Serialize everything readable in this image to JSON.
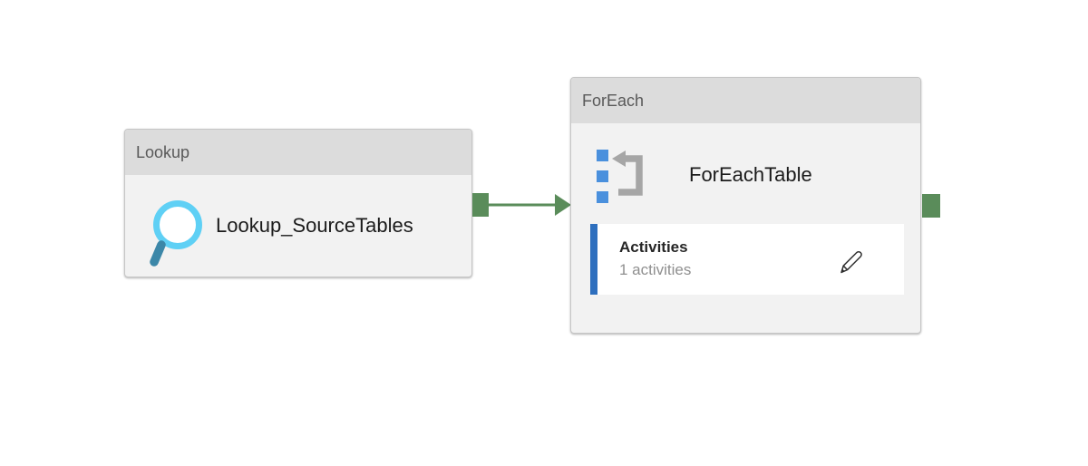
{
  "canvas": {
    "background": "#ffffff"
  },
  "nodes": {
    "lookup": {
      "type_label": "Lookup",
      "name": "Lookup_SourceTables",
      "icon": "search-icon"
    },
    "foreach": {
      "type_label": "ForEach",
      "name": "ForEachTable",
      "icon": "foreach-loop-icon",
      "activities": {
        "label": "Activities",
        "count": "1 activities",
        "edit_icon": "pencil-icon"
      }
    }
  },
  "connector": {
    "color": "#5a8c5a"
  },
  "colors": {
    "node_header_bg": "#dcdcdc",
    "node_body_bg": "#f2f2f2",
    "node_border": "#c6c6c6",
    "header_text": "#595959",
    "title_text": "#1b1b1b",
    "count_text": "#8f8f8f",
    "activities_stripe": "#2e6fbe",
    "foreach_icon_blue": "#4a90dd",
    "foreach_icon_gray": "#a6a6a6",
    "search_ring": "#5fd0f5",
    "search_handle": "#3c87a8",
    "connector_green": "#5a8c5a"
  }
}
